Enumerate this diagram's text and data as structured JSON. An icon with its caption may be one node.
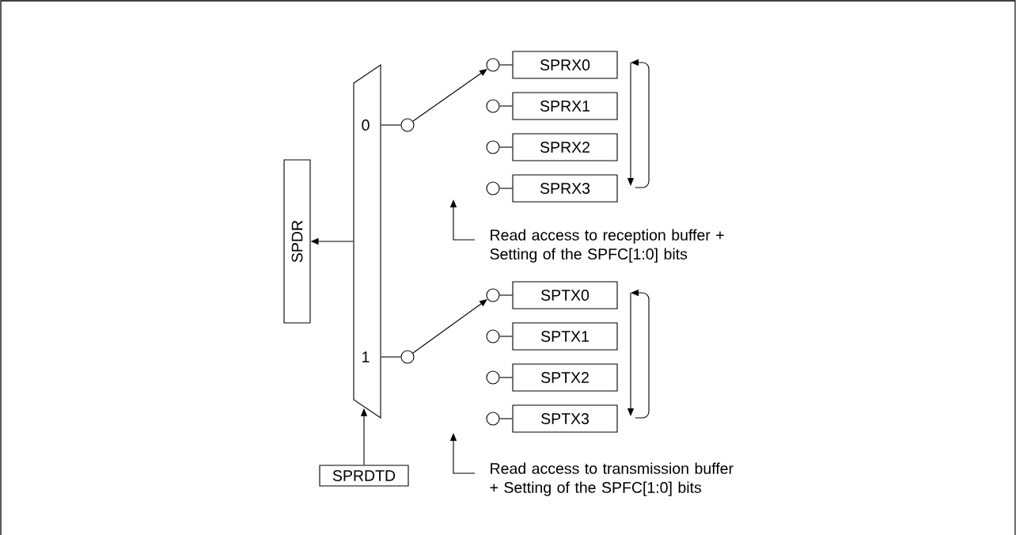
{
  "diagram": {
    "nodes": [
      {
        "text": [
          "0",
          "1"
        ]
      },
      {
        "text": [],
        "shape": "circle"
      },
      {
        "text": [],
        "shape": "circle"
      },
      {
        "text": [
          "SPRX0"
        ]
      },
      {
        "text": [],
        "shape": "circle"
      },
      {
        "text": [
          "SPRX1"
        ]
      },
      {
        "text": [],
        "shape": "circle"
      },
      {
        "text": [
          "SPRX2"
        ]
      },
      {
        "text": [],
        "shape": "circle"
      },
      {
        "text": [
          "SPRX3"
        ]
      },
      {
        "text": [
          "SPDR"
        ]
      },
      {
        "text": [],
        "shape": "circle"
      },
      {
        "text": [],
        "shape": "circle"
      },
      {
        "text": [
          "SPTX0"
        ]
      },
      {
        "text": [],
        "shape": "circle"
      },
      {
        "text": [
          "SPTX1"
        ]
      },
      {
        "text": [],
        "shape": "circle"
      },
      {
        "text": [
          "SPTX2"
        ]
      },
      {
        "text": [],
        "shape": "circle"
      },
      {
        "text": [
          "SPTX3"
        ]
      },
      {
        "text": [
          "SPRDTD"
        ]
      }
    ],
    "edges": [
      {
        "from": 0,
        "to": 1,
        "arrow": "none"
      },
      {
        "from": 1,
        "to": 2,
        "arrow": "to"
      },
      {
        "from": 2,
        "to": 3,
        "arrow": "none"
      },
      {
        "from": 4,
        "to": 5,
        "arrow": "none"
      },
      {
        "from": 6,
        "to": 7,
        "arrow": "none"
      },
      {
        "from": 8,
        "to": 9,
        "arrow": "none"
      },
      {
        "from": 0,
        "to": 11,
        "arrow": "none"
      },
      {
        "from": 11,
        "to": 12,
        "arrow": "to"
      },
      {
        "from": 12,
        "to": 13,
        "arrow": "none"
      },
      {
        "from": 14,
        "to": 15,
        "arrow": "none"
      },
      {
        "from": 16,
        "to": 17,
        "arrow": "none"
      },
      {
        "from": 18,
        "to": 19,
        "arrow": "none"
      },
      {
        "from": 0,
        "to": 10,
        "arrow": "to"
      },
      {
        "from": 20,
        "to": 0,
        "arrow": "to"
      }
    ],
    "labels": [
      "Read access to reception buffer + Setting of the SPFC[1:0] bits",
      "Read access to transmission buffer + Setting of the SPFC[1:0] bits"
    ]
  }
}
